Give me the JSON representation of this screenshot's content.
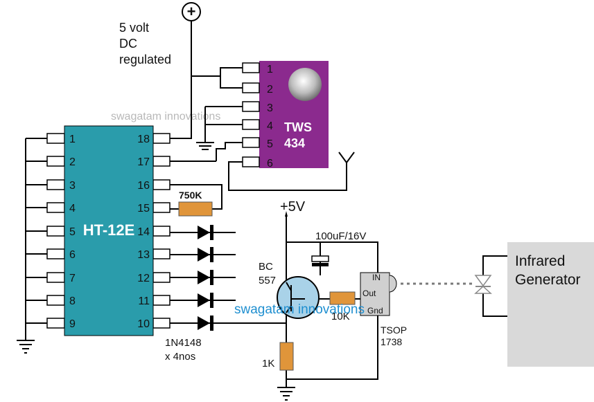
{
  "power": {
    "label_line1": "5 volt",
    "label_line2": "DC",
    "label_line3": "regulated",
    "plus_symbol": "+",
    "supply2": "+5V"
  },
  "encoder": {
    "name": "HT-12E",
    "color": "#2a9cab",
    "left_pins": [
      "1",
      "2",
      "3",
      "4",
      "5",
      "6",
      "7",
      "8",
      "9"
    ],
    "right_pins": [
      "18",
      "17",
      "16",
      "15",
      "14",
      "13",
      "12",
      "11",
      "10"
    ]
  },
  "transmitter": {
    "name_line1": "TWS",
    "name_line2": "434",
    "color": "#8b2a8e",
    "pins": [
      "1",
      "2",
      "3",
      "4",
      "5",
      "6"
    ]
  },
  "components": {
    "resistor_750k": "750K",
    "capacitor": "100uF/16V",
    "transistor_line1": "BC",
    "transistor_line2": "557",
    "resistor_10k": "10K",
    "resistor_1k": "1K",
    "diodes_line1": "1N4148",
    "diodes_line2": "x 4nos",
    "tsop_line1": "TSOP",
    "tsop_line2": "1738",
    "tsop_pin_in": "IN",
    "tsop_pin_out": "Out",
    "tsop_pin_gnd": "Gnd",
    "resistor_color": "#e0953a"
  },
  "ir_generator": {
    "line1": "Infrared",
    "line2": "Generator",
    "color": "#d9d9d9"
  },
  "watermarks": {
    "top": "swagatam innovations",
    "center": "swagatam innovations",
    "center_color": "#1f8fd0"
  }
}
